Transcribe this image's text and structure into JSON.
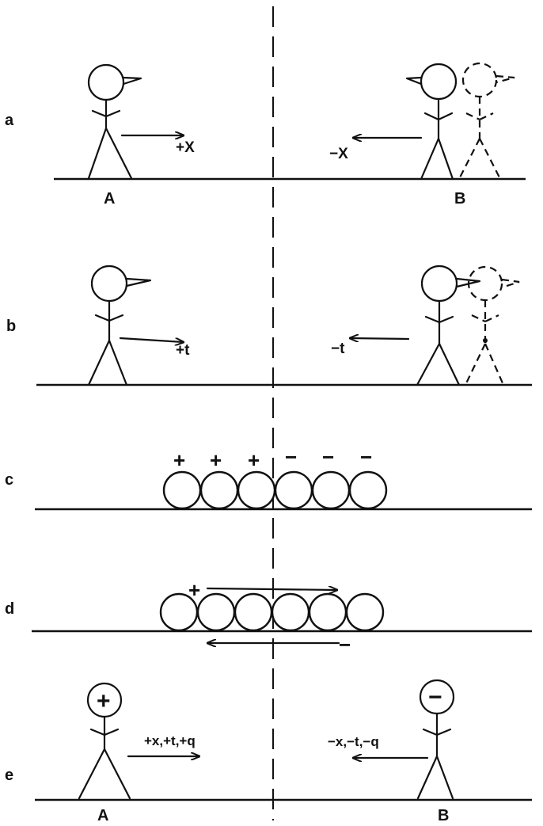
{
  "panels": {
    "a": {
      "label": "a",
      "left_person": "A",
      "right_person": "B",
      "left_arrow_text": "+X",
      "right_arrow_text": "−X"
    },
    "b": {
      "label": "b",
      "left_arrow_text": "+t",
      "right_arrow_text": "−t"
    },
    "c": {
      "label": "c",
      "plus_signs": [
        "+",
        "+",
        "+"
      ],
      "minus_signs": [
        "−",
        "−",
        "−"
      ],
      "balls": [
        "plain",
        "plain",
        "plain",
        "hatched",
        "hatched",
        "hatched"
      ]
    },
    "d": {
      "label": "d",
      "plus_sign": "+",
      "minus_sign": "−",
      "balls": [
        "plain",
        "hatched",
        "plain",
        "hatched",
        "plain",
        "hatched"
      ]
    },
    "e": {
      "label": "e",
      "left_person": "A",
      "right_person": "B",
      "left_head_sign": "+",
      "right_head_sign": "−",
      "left_arrow_text": "+x,+t,+q",
      "right_arrow_text": "−x,−t,−q"
    }
  },
  "colors": {
    "ink": "#111111",
    "background": "#ffffff"
  }
}
